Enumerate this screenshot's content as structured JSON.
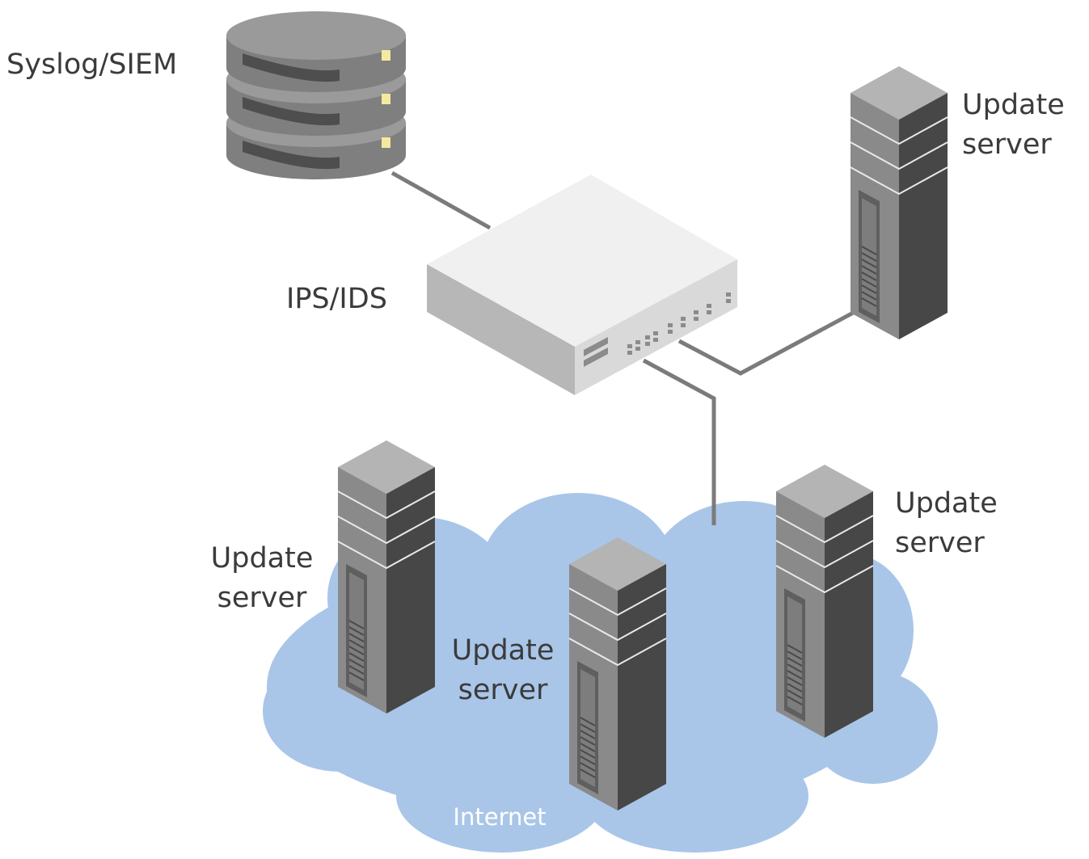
{
  "labels": {
    "siem": "Syslog/SIEM",
    "ips": "IPS/IDS",
    "update_top_right": "Update server",
    "update_cloud_left": "Update server",
    "update_cloud_middle": "Update server",
    "update_cloud_right": "Update server",
    "cloud": "Internet"
  },
  "colors": {
    "cloud_fill": "#a9c6e8",
    "link_line": "#7b7b7b",
    "server_dark": "#474747",
    "server_light": "#8a8a8a",
    "server_top": "#b4b4b4",
    "appliance_top": "#f0f0f0",
    "disk_led": "#f3eaa0"
  },
  "icons": [
    "database-icon",
    "network-appliance-icon",
    "server-tower-icon",
    "cloud-shape"
  ]
}
